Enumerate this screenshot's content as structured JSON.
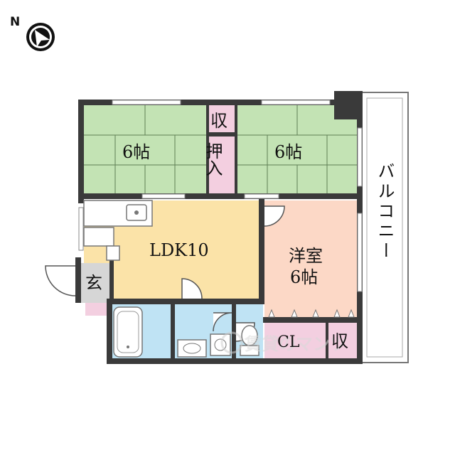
{
  "compass": {
    "north_label": "N",
    "icon": "north-arrow-icon"
  },
  "rooms": {
    "washitsu_left": {
      "label": "6帖",
      "color": "#c3e3b4"
    },
    "washitsu_right": {
      "label": "6帖",
      "color": "#c3e3b4"
    },
    "shuno_top": {
      "label": "収",
      "color": "#f3cfe0"
    },
    "oshiire": {
      "label": "押入",
      "color": "#f3cfe0"
    },
    "ldk": {
      "label": "LDK10",
      "color": "#fbe3a8"
    },
    "yoshitsu": {
      "label_line1": "洋室",
      "label_line2": "6帖",
      "color": "#fcd8c6"
    },
    "genkan": {
      "label": "玄",
      "color": "#d6d6d6"
    },
    "closet": {
      "label": "CL",
      "color": "#f3cfe0"
    },
    "shuno_bottom": {
      "label": "収",
      "color": "#f3cfe0"
    },
    "balcony": {
      "label": "バルコニー"
    },
    "bath_color": "#bfe3f4",
    "entry_floor_color": "#f3cfe0"
  },
  "watermark": "賃貸のマンツ",
  "colors": {
    "wall": "#3a3a3a",
    "fixture": "#777777"
  }
}
